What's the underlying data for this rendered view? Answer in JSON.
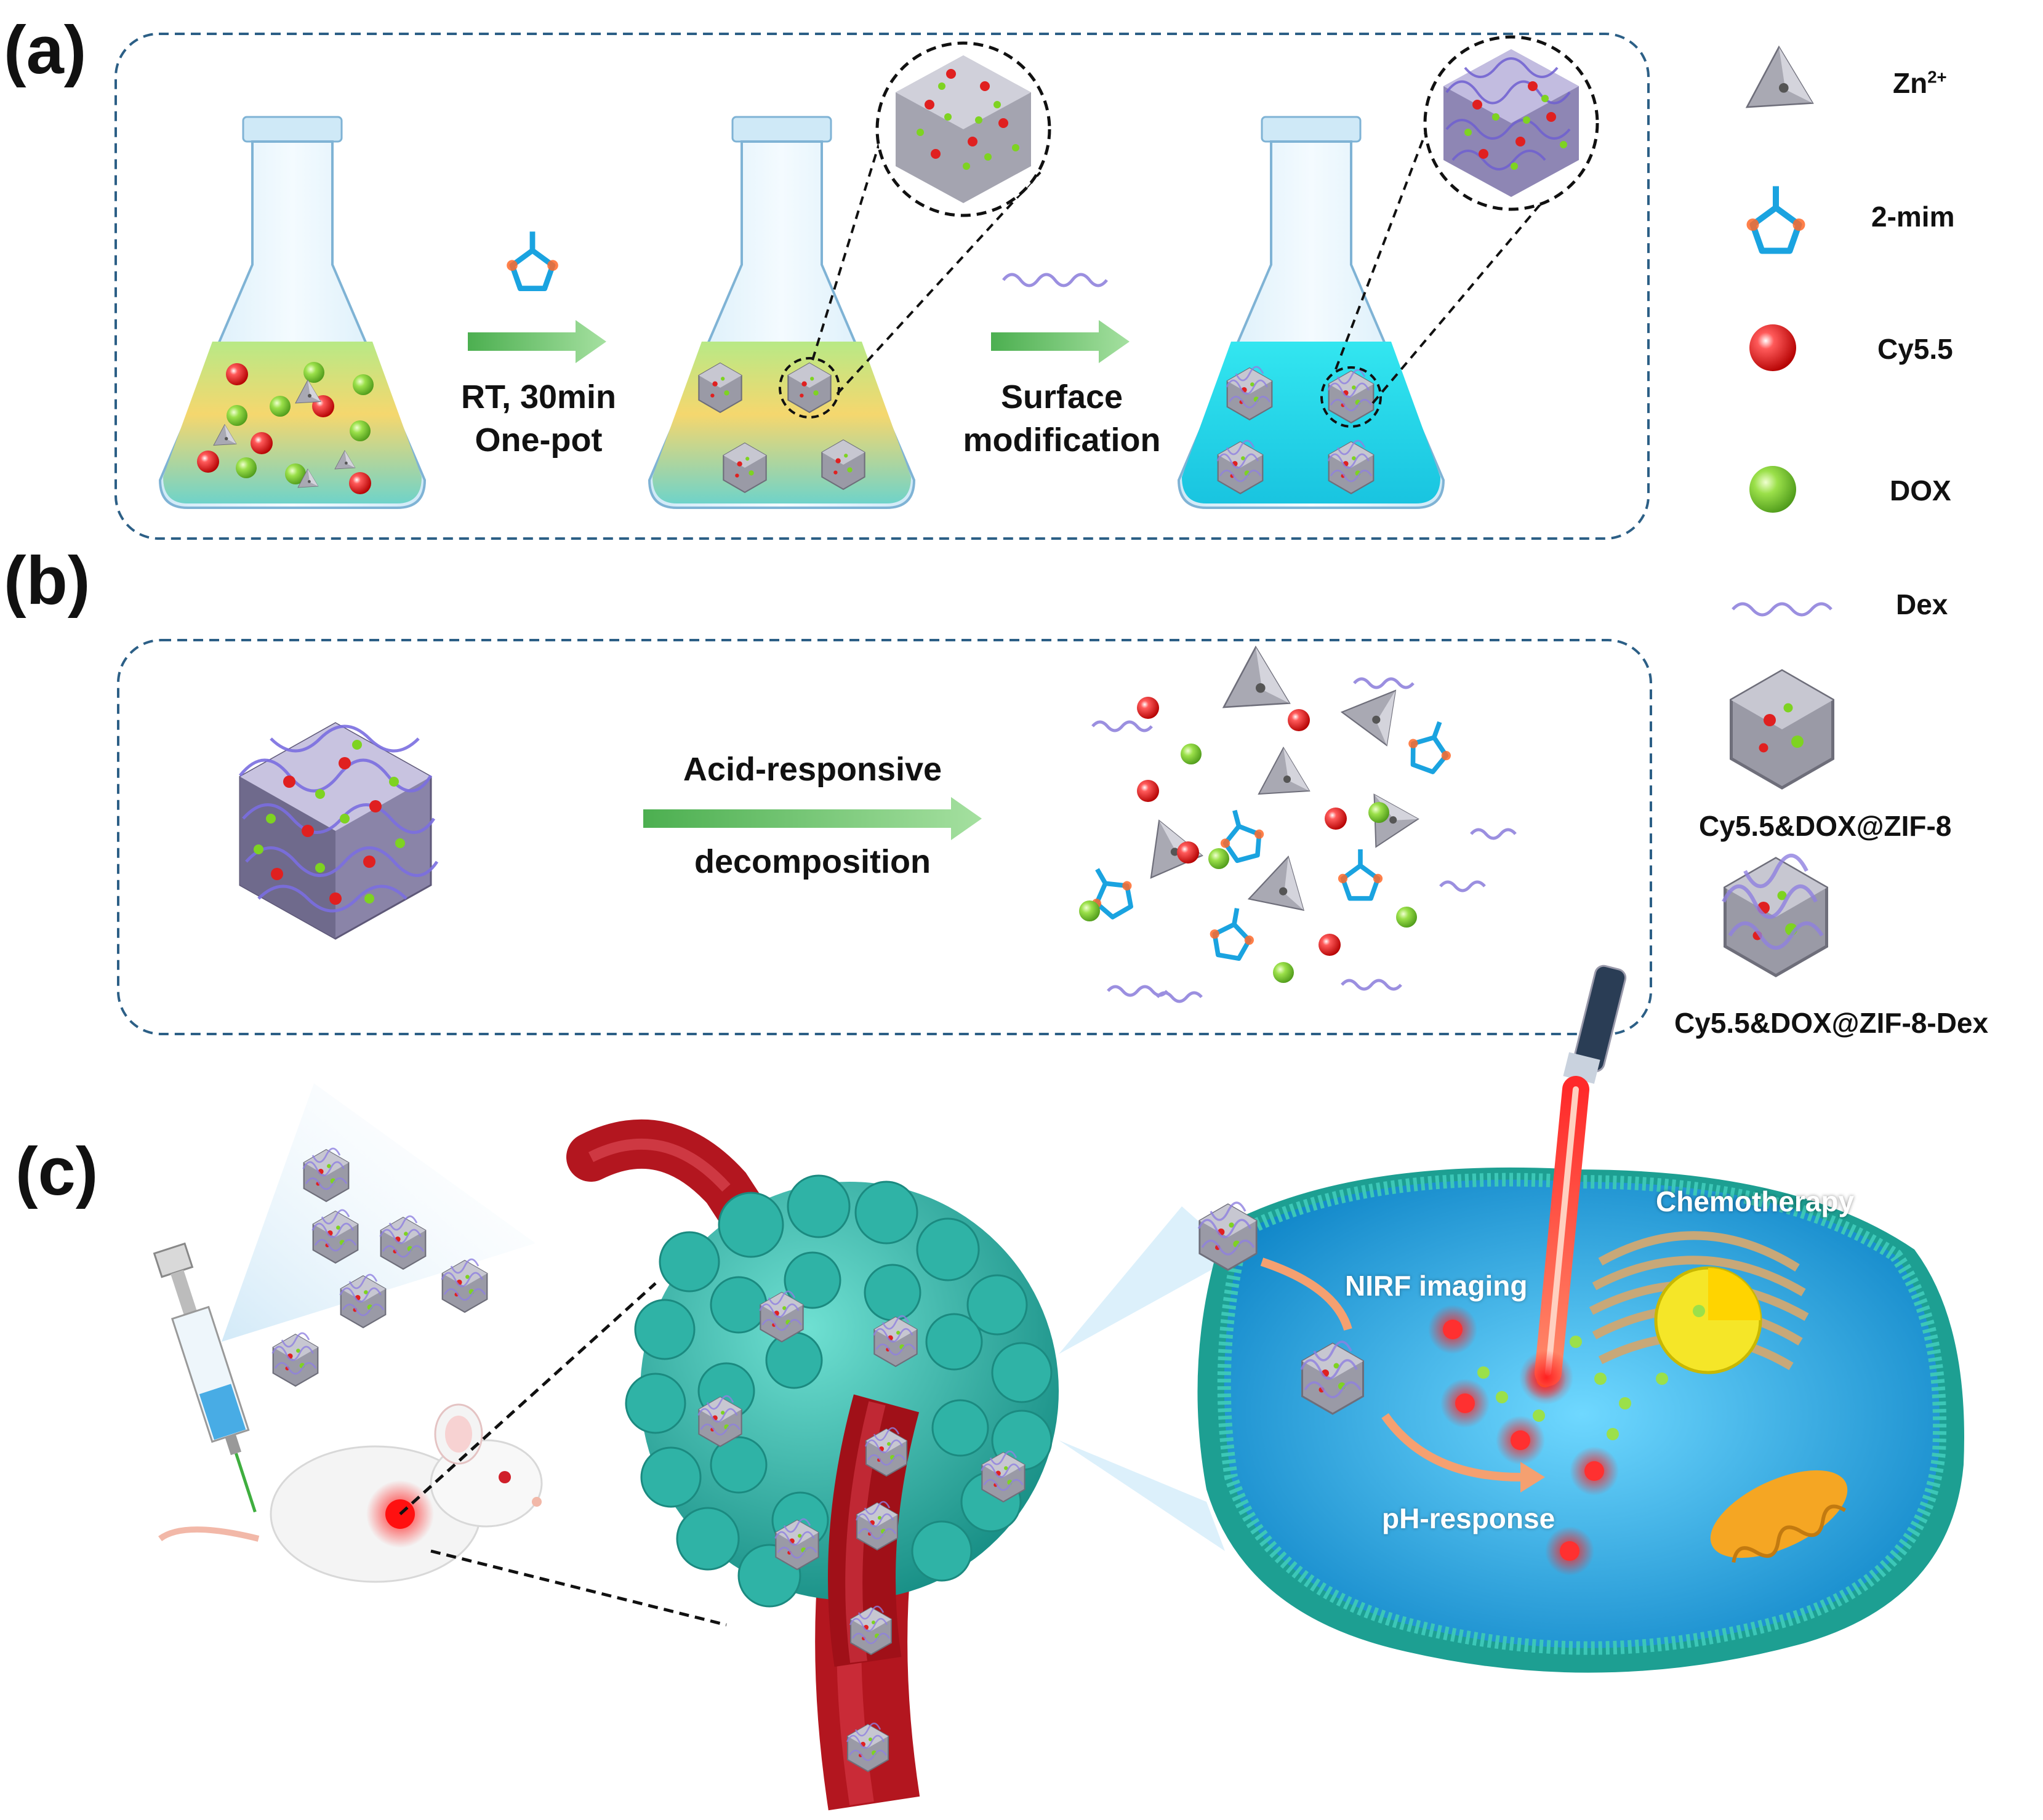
{
  "panels": {
    "a": "(a)",
    "b": "(b)",
    "c": "(c)"
  },
  "panel_a": {
    "step1_line1": "RT, 30min",
    "step1_line2": "One-pot",
    "step2_line1": "Surface",
    "step2_line2": "modification"
  },
  "panel_b": {
    "arrow_line1": "Acid-responsive",
    "arrow_line2": "decomposition"
  },
  "legend": {
    "zn_base": "Zn",
    "zn_sup": "2+",
    "mim": "2-mim",
    "cy55": "Cy5.5",
    "dox": "DOX",
    "dex": "Dex",
    "np": "Cy5.5&DOX@ZIF-8",
    "np_dex": "Cy5.5&DOX@ZIF-8-Dex"
  },
  "panel_c": {
    "nirf": "NIRF imaging",
    "ph": "pH-response",
    "chemo": "Chemotherapy"
  },
  "colors": {
    "frame": "#2c5f86",
    "arrow": "#6cc46c",
    "mim_ring": "#1aa3e0",
    "cy55": "#e02020",
    "dox": "#7ed321",
    "dex": "#9b8fe0",
    "tumor": "#2fb3a6",
    "vessel": "#c8202a",
    "cell_fluid": "#1a9cd8",
    "membrane": "#27a79b"
  }
}
